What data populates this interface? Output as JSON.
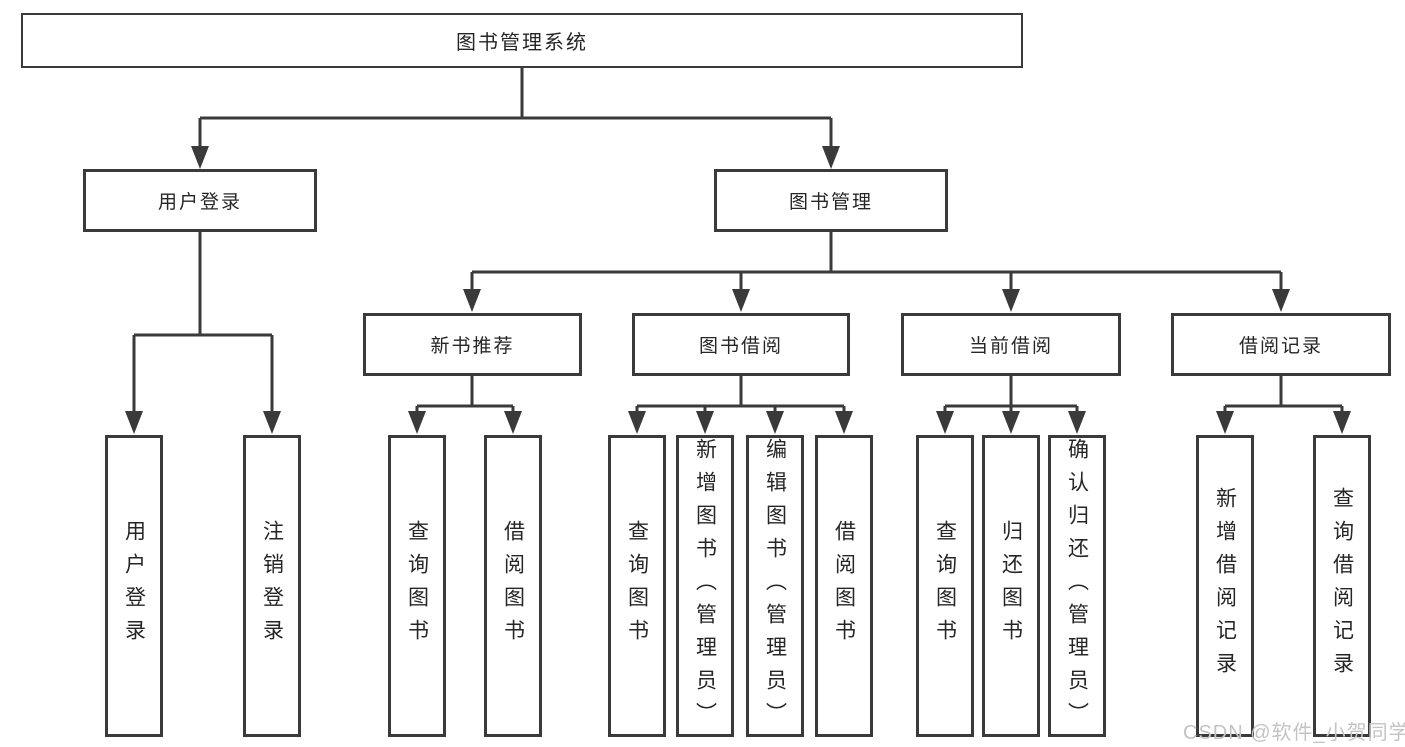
{
  "diagram_title": "图书管理系统",
  "nodes": {
    "root": "图书管理系统",
    "login": "用户登录",
    "mgmt": "图书管理",
    "l3_rec": "新书推荐",
    "l3_borrow": "图书借阅",
    "l3_current": "当前借阅",
    "l3_records": "借阅记录",
    "leaf_login": "用户登录",
    "leaf_logout": "注销登录",
    "leaf_rec_query": "查询图书",
    "leaf_rec_borrow": "借阅图书",
    "leaf_bor_query": "查询图书",
    "leaf_bor_add": "新增图书（管理员）",
    "leaf_bor_edit": "编辑图书（管理员）",
    "leaf_bor_borrow": "借阅图书",
    "leaf_cur_query": "查询图书",
    "leaf_cur_return": "归还图书",
    "leaf_cur_confirm": "确认归还（管理员）",
    "leaf_log_add": "新增借阅记录",
    "leaf_log_query": "查询借阅记录"
  },
  "hierarchy": {
    "root": "图书管理系统",
    "children": [
      {
        "label": "用户登录",
        "children": [
          "用户登录",
          "注销登录"
        ]
      },
      {
        "label": "图书管理",
        "children": [
          {
            "label": "新书推荐",
            "children": [
              "查询图书",
              "借阅图书"
            ]
          },
          {
            "label": "图书借阅",
            "children": [
              "查询图书",
              "新增图书（管理员）",
              "编辑图书（管理员）",
              "借阅图书"
            ]
          },
          {
            "label": "当前借阅",
            "children": [
              "查询图书",
              "归还图书",
              "确认归还（管理员）"
            ]
          },
          {
            "label": "借阅记录",
            "children": [
              "新增借阅记录",
              "查询借阅记录"
            ]
          }
        ]
      }
    ]
  },
  "watermark": "CSDN @软件_小贺同学",
  "colors": {
    "line": "#3a3a3a",
    "text": "#262626",
    "background": "#ffffff",
    "watermark": "#c4c4c4"
  }
}
